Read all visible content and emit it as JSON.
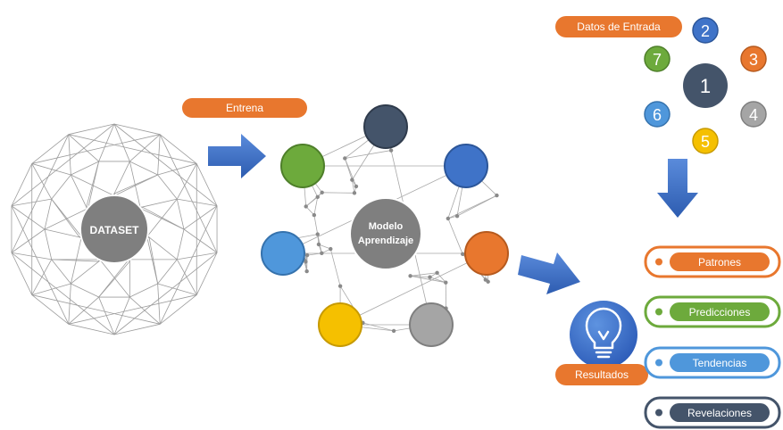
{
  "dataset": {
    "label": "DATASET"
  },
  "train": {
    "label": "Entrena"
  },
  "model": {
    "label_line1": "Modelo",
    "label_line2": "Aprendizaje"
  },
  "inputs": {
    "title": "Datos de Entrada",
    "center": "1",
    "numbers": [
      "2",
      "3",
      "4",
      "5",
      "6",
      "7"
    ]
  },
  "results": {
    "label": "Resultados",
    "icon": "lightbulb-icon",
    "items": [
      "Patrones",
      "Predicciones",
      "Tendencias",
      "Revelaciones"
    ]
  },
  "colors": {
    "orange": "#E8772E",
    "green": "#6DAA3C",
    "blue": "#3F73C8",
    "light_blue": "#4F97DB",
    "navy": "#44546A",
    "gray": "#A5A5A5",
    "yellow": "#F5C000",
    "arrow": "#3C6CC4"
  }
}
